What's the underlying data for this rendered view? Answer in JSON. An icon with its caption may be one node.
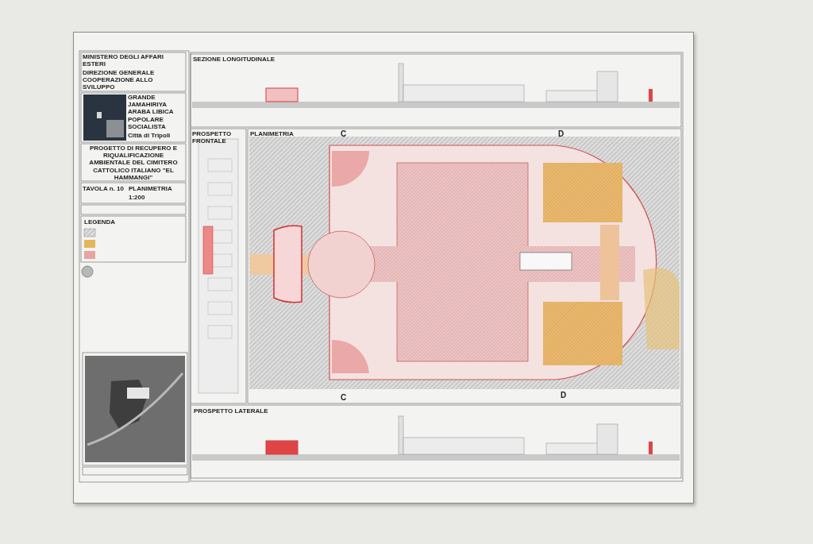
{
  "diagram": {
    "labels": [
      "MINISTERO DEGLI AFFARI ESTERI",
      "DIREZIONE GENERALE COOPERAZIONE ALLO SVILUPPO",
      "GRANDE JAMAHIRIYA ARABA LIBICA POPOLARE SOCIALISTA",
      "Città di Tripoli",
      "PROGETTO DI RECUPERO E RIQUALIFICAZIONE AMBIENTALE DEL CIMITERO CATTOLICO ITALIANO \"EL HAMMANGI\"",
      "TAVOLA n. 10",
      "PLANIMETRIA",
      "1:200",
      "LEGENDA",
      "SEZIONE LONGITUDINALE",
      "PROSPETTO FRONTALE",
      "PLANIMETRIA",
      "C",
      "D",
      "C",
      "D",
      "PROSPETTO LATERALE"
    ]
  }
}
